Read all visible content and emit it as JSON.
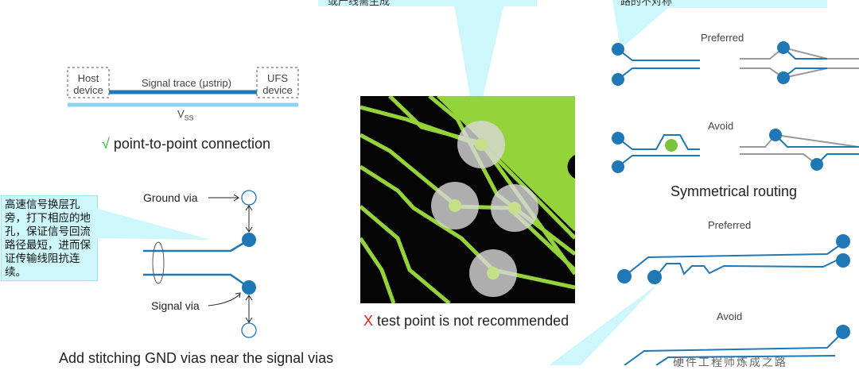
{
  "colors": {
    "trace_blue": "#1f78b4",
    "vss_blue": "#8ed1f0",
    "pcb_black": "#050505",
    "pcb_green": "#95d33b",
    "callout": "#cdf7fb",
    "via_light": "#cfe8f5"
  },
  "ptp": {
    "host_line1": "Host",
    "host_line2": "device",
    "trace_label": "Signal trace (μstrip)",
    "ufs_line1": "UFS",
    "ufs_line2": "device",
    "vss_main": "V",
    "vss_sub": "SS",
    "check": "√",
    "caption": "point-to-point connection"
  },
  "vias": {
    "callout": "高速信号换层孔旁，打下相应的地孔，保证信号回流路径最短，进而保证传输线阻抗连续。",
    "ground_via": "Ground via",
    "signal_via": "Signal via",
    "caption": "Add stitching GND vias near the signal vias"
  },
  "testpoint": {
    "top_callout": "或产线需生成",
    "x": "X",
    "caption": "test point is not recommended"
  },
  "symmetry": {
    "top_callout": "路的不对称",
    "preferred": "Preferred",
    "avoid": "Avoid",
    "caption": "Symmetrical routing"
  },
  "lower_right": {
    "preferred": "Preferred",
    "avoid": "Avoid",
    "watermark": "硬件工程师炼成之路"
  }
}
